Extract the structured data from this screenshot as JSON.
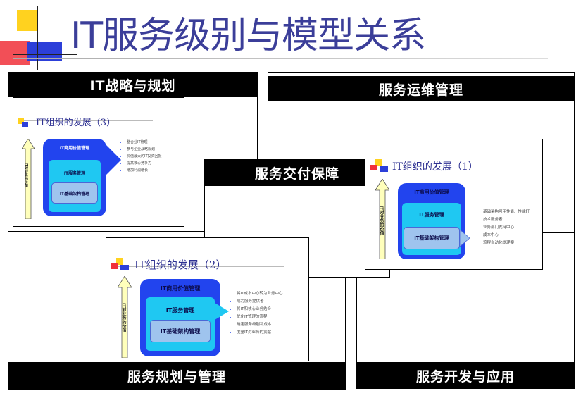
{
  "page": {
    "title": "IT服务级别与模型关系"
  },
  "panels": {
    "strategy": "IT战略与规划",
    "operations": "服务运维管理",
    "delivery": "服务交付保障",
    "planning": "服务规划与管理",
    "development": "服务开发与应用"
  },
  "slide_common": {
    "business_value": "IT商用价值管理",
    "service_mgmt": "IT服务管理",
    "infrastructure": "IT基础架构管理",
    "vertical": "IT对业务的价值"
  },
  "slides": {
    "s3": {
      "title": "IT组织的发展（3）",
      "bullets": [
        "整合业IT管理",
        "参与企业战略规划",
        "价值最大的IT投资回报",
        "提高核心竞争力",
        "增加利润增长"
      ]
    },
    "s1": {
      "title": "IT组织的发展（1）",
      "bullets": [
        "基础架构可用性能、性能好",
        "技术服务者",
        "业务部门支持中心",
        "成本中心",
        "流程自动化提理案"
      ]
    },
    "s2": {
      "title": "IT组织的发展（2）",
      "bullets": [
        "将IT成本中心转为业务中心",
        "成为服务提供者",
        "将IT和核心业务结合",
        "优化IT管理的流程",
        "确定服务级别和成本",
        "度量IT对业务的贡献"
      ]
    }
  },
  "colors": {
    "title": "#3b3e99",
    "bar": "#000000",
    "outer": "#2244ee",
    "mid": "#1fc8f2",
    "inner": "#9fc4ee",
    "arrow": "#ffffbb"
  }
}
